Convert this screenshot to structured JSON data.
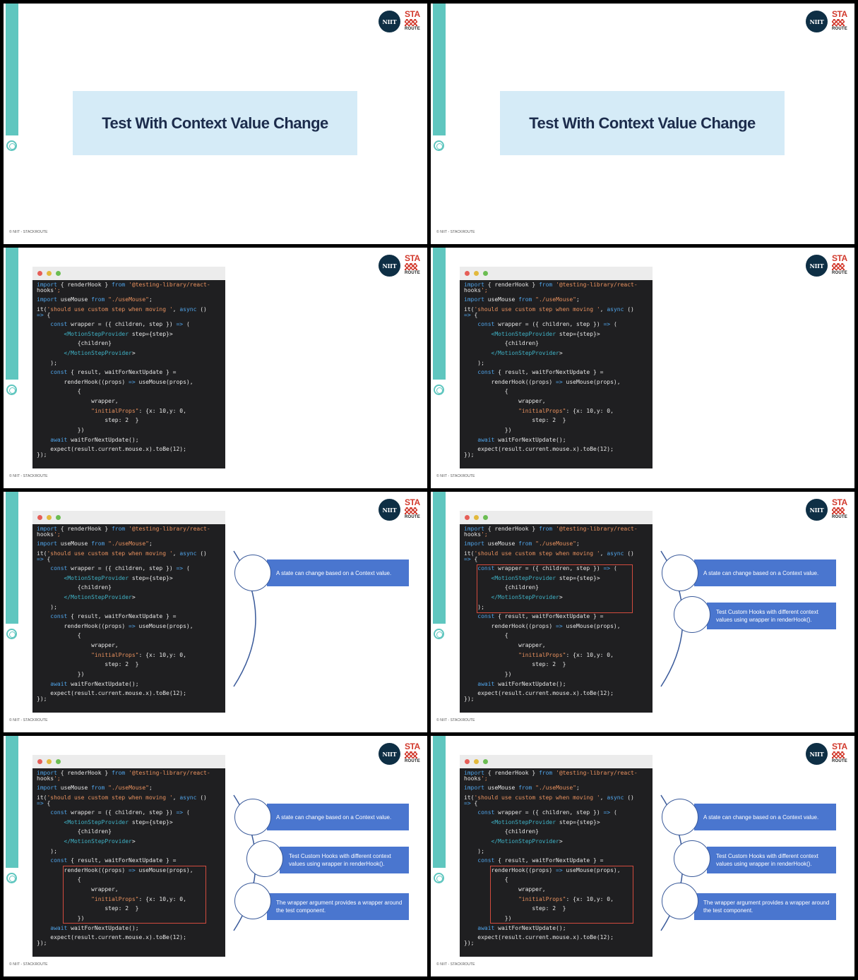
{
  "brand": {
    "niit_logo": "NIIT",
    "stackroute_top": "STA",
    "stackroute_bottom": "ROUTE",
    "footer": "© NIIT - STACKROUTE"
  },
  "title_slide": {
    "title": "Test With Context Value Change"
  },
  "code": {
    "lines": [
      "import { renderHook } from '@testing-library/react-",
      "hooks';",
      "import useMouse from \"./useMouse\";",
      "it('should use custom step when moving ', async ()",
      "=> {",
      "    const wrapper = ({ children, step }) => (",
      "        <MotionStepProvider step={step}>",
      "            {children}",
      "        </MotionStepProvider>",
      "    );",
      "    const { result, waitForNextUpdate } =",
      "        renderHook((props) => useMouse(props),",
      "            {",
      "                wrapper,",
      "                \"initialProps\": {x: 10,y: 0,",
      "                    step: 2  }",
      "            })",
      "    await waitForNextUpdate();",
      "    expect(result.current.mouse.x).toBe(12);",
      "});"
    ]
  },
  "points": [
    "A state can change based on a Context value.",
    "Test Custom Hooks with different context values using wrapper in renderHook().",
    "The wrapper argument provides a wrapper around the test component."
  ],
  "colors": {
    "accent": "#5fc6bf",
    "point_box": "#4a76cf",
    "highlight": "#d24b3e",
    "title_box": "#d5ebf7"
  }
}
